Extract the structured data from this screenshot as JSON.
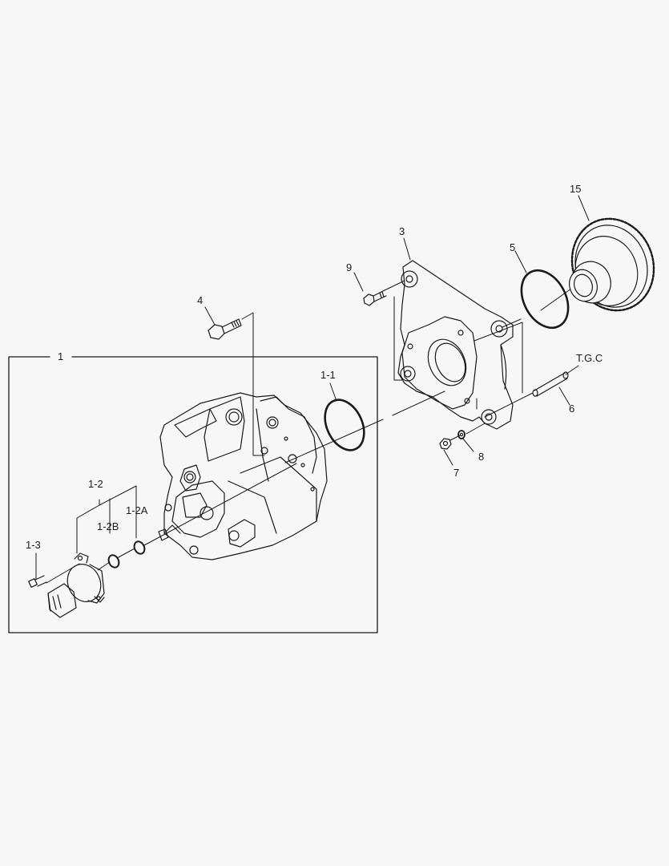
{
  "diagram": {
    "type": "exploded-parts-view",
    "subject": "fuel injection pump assembly",
    "group_box_label": "1",
    "callouts": [
      {
        "id": "1",
        "label": "1",
        "part": "injection pump assembly (group)"
      },
      {
        "id": "1-1",
        "label": "1-1",
        "part": "o-ring"
      },
      {
        "id": "1-2",
        "label": "1-2",
        "part": "metering valve"
      },
      {
        "id": "1-2A",
        "label": "1-2A",
        "part": "o-ring"
      },
      {
        "id": "1-2B",
        "label": "1-2B",
        "part": "o-ring"
      },
      {
        "id": "1-3",
        "label": "1-3",
        "part": "screw"
      },
      {
        "id": "3",
        "label": "3",
        "part": "bracket"
      },
      {
        "id": "4",
        "label": "4",
        "part": "bolt"
      },
      {
        "id": "5",
        "label": "5",
        "part": "o-ring"
      },
      {
        "id": "6",
        "label": "6",
        "part": "stud"
      },
      {
        "id": "7",
        "label": "7",
        "part": "nut"
      },
      {
        "id": "8",
        "label": "8",
        "part": "washer"
      },
      {
        "id": "9",
        "label": "9",
        "part": "bolt"
      },
      {
        "id": "15",
        "label": "15",
        "part": "gear"
      }
    ],
    "note": "T.G.C"
  },
  "colors": {
    "background": "#f7f7f7",
    "line": "#1a1a1a"
  }
}
